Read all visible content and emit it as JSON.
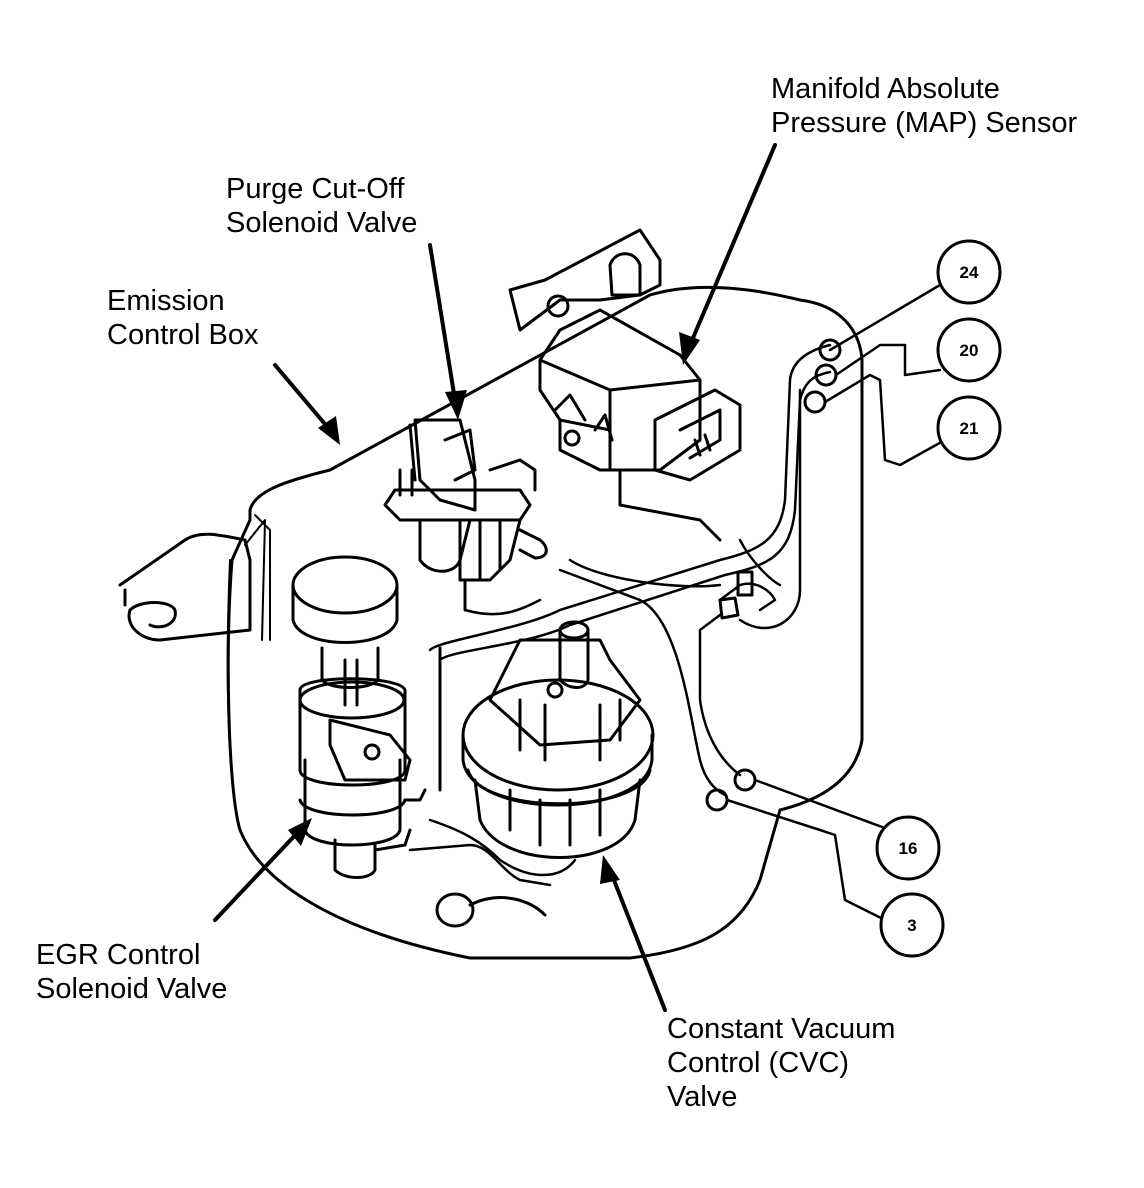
{
  "labels": {
    "map_sensor": {
      "line1": "Manifold Absolute",
      "line2": "Pressure (MAP) Sensor"
    },
    "purge_valve": {
      "line1": "Purge Cut-Off",
      "line2": "Solenoid Valve"
    },
    "emission_box": {
      "line1": "Emission",
      "line2": "Control Box"
    },
    "egr_valve": {
      "line1": "EGR Control",
      "line2": "Solenoid Valve"
    },
    "cvc_valve": {
      "line1": "Constant Vacuum",
      "line2": "Control (CVC)",
      "line3": "Valve"
    }
  },
  "callouts": {
    "c24": "24",
    "c20": "20",
    "c21": "21",
    "c16": "16",
    "c3": "3"
  }
}
